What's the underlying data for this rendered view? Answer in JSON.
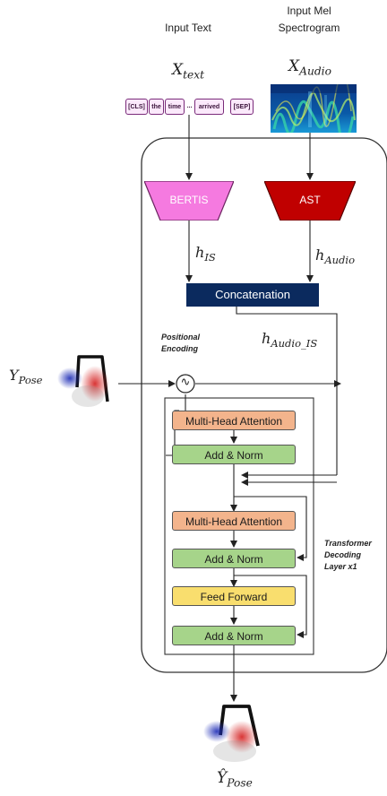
{
  "inputs": {
    "text_title": "Input Text",
    "mel_title_line1": "Input Mel",
    "mel_title_line2": "Spectrogram"
  },
  "symbols": {
    "x_text_base": "X",
    "x_text_sub": "text",
    "x_audio_base": "X",
    "x_audio_sub": "Audio",
    "h_is_base": "h",
    "h_is_sub": "IS",
    "h_audio_base": "h",
    "h_audio_sub": "Audio",
    "h_audio_is_base": "h",
    "h_audio_is_sub": "Audio_IS",
    "y_pose_base": "Y",
    "y_pose_sub": "Pose",
    "y_hat_base": "Ŷ",
    "y_hat_sub": "Pose"
  },
  "tokens": [
    "[CLS]",
    "the",
    "time",
    "...",
    "arrived",
    "[SEP]"
  ],
  "encoders": {
    "bertis": "BERTIS",
    "ast": "AST"
  },
  "concat_label": "Concatenation",
  "positional_encoding": {
    "line1": "Positional",
    "line2": "Encoding",
    "symbol": "∿"
  },
  "decoder": {
    "mha1": "Multi-Head Attention",
    "addnorm1": "Add & Norm",
    "mha2": "Multi-Head Attention",
    "addnorm2": "Add & Norm",
    "ff": "Feed Forward",
    "addnorm3": "Add & Norm"
  },
  "layer_note": {
    "line1": "Transformer",
    "line2": "Decoding",
    "line3": "Layer x1"
  },
  "colors": {
    "bertis": "#f57ae0",
    "ast": "#c00000",
    "concat": "#0b2a5e",
    "mha": "#f3b48c",
    "addnorm": "#a6d48a",
    "feedforward": "#f9de6e",
    "token_border": "#7a2b7a"
  }
}
